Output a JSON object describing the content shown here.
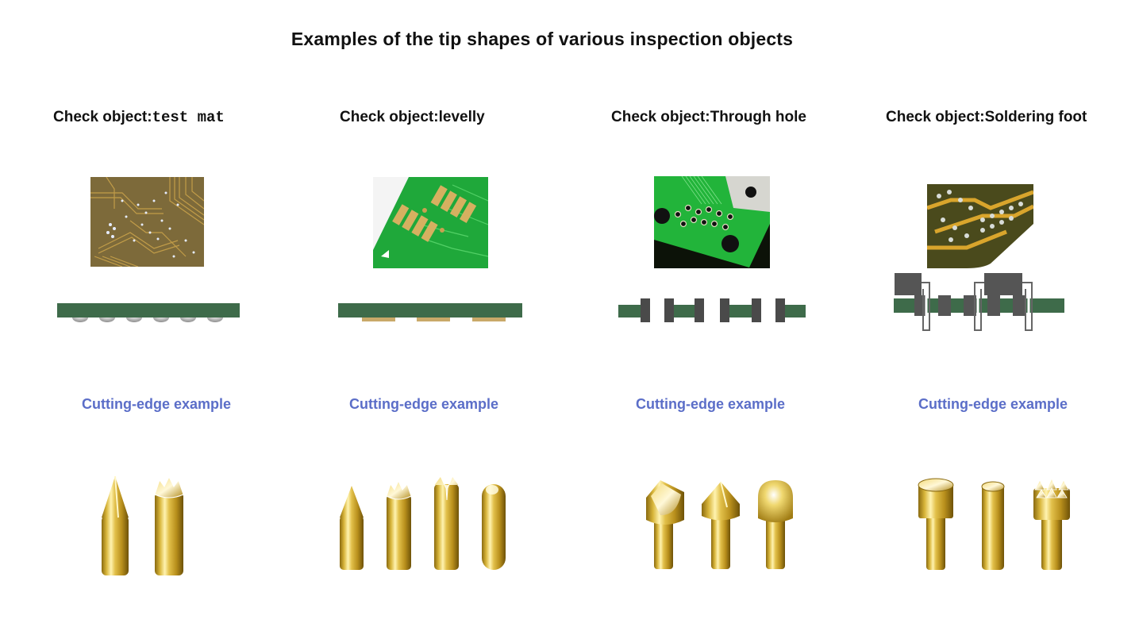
{
  "title": "Examples of the tip shapes of various inspection objects",
  "columns": [
    {
      "heading_prefix": "Check object:",
      "heading_value": "test mat",
      "photo_icon": "pcb-test-pad-photo",
      "diagram_icon": "board-with-solder-bumps-diagram",
      "example_label": "Cutting-edge example",
      "tips": [
        "cone-point-tip",
        "crown-tip"
      ],
      "colors": {
        "board": "#3e6b4a",
        "photo_base": "#8a7440"
      }
    },
    {
      "heading_prefix": "Check object:",
      "heading_value": "levelly",
      "photo_icon": "pcb-gold-pad-photo",
      "diagram_icon": "board-with-flat-pads-diagram",
      "example_label": "Cutting-edge example",
      "tips": [
        "cone-point-tip",
        "crown-tip",
        "four-jaw-tip",
        "round-tip"
      ],
      "colors": {
        "board": "#3e6b4a",
        "pad": "#c9a969",
        "photo_base": "#1fa83a"
      }
    },
    {
      "heading_prefix": "Check object:",
      "heading_value": "Through hole",
      "photo_icon": "pcb-through-hole-photo",
      "diagram_icon": "board-with-through-holes-diagram",
      "example_label": "Cutting-edge example",
      "tips": [
        "chisel-head-tip",
        "cone-head-tip",
        "dome-head-tip"
      ],
      "colors": {
        "board": "#3e6b4a",
        "plating": "#4a4a4a",
        "photo_base": "#22b43a"
      }
    },
    {
      "heading_prefix": "Check object:",
      "heading_value": "Soldering foot",
      "photo_icon": "pcb-solder-leads-photo",
      "diagram_icon": "board-with-component-leads-diagram",
      "example_label": "Cutting-edge example",
      "tips": [
        "cup-head-tip",
        "concave-tip",
        "serrated-head-tip"
      ],
      "colors": {
        "board": "#3e6b4a",
        "component": "#555555",
        "photo_base": "#b8962e"
      }
    }
  ],
  "accent_color": "#5b6ec8"
}
